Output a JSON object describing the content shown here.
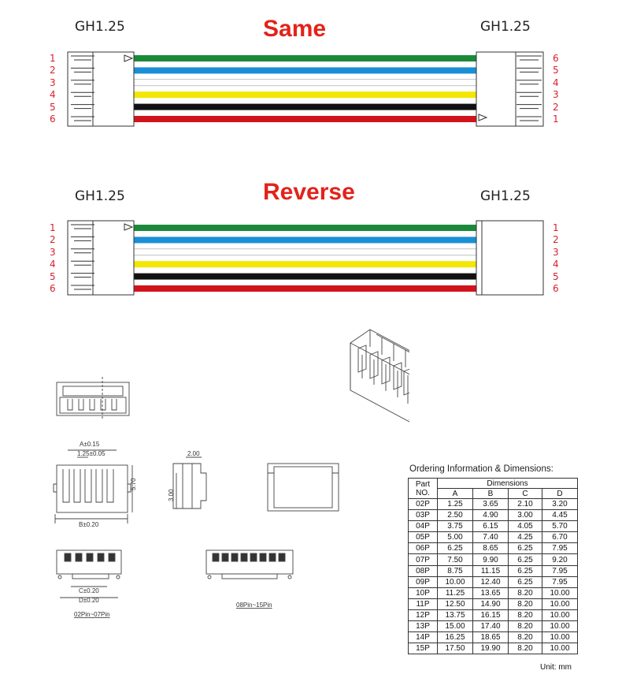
{
  "top": {
    "title": "Same",
    "left_label": "GH1.25",
    "right_label": "GH1.25",
    "left_pins": [
      "1",
      "2",
      "3",
      "4",
      "5",
      "6"
    ],
    "right_pins": [
      "6",
      "5",
      "4",
      "3",
      "2",
      "1"
    ]
  },
  "bottom": {
    "title": "Reverse",
    "left_label": "GH1.25",
    "right_label": "GH1.25",
    "left_pins": [
      "1",
      "2",
      "3",
      "4",
      "5",
      "6"
    ],
    "right_pins": [
      "1",
      "2",
      "3",
      "4",
      "5",
      "6"
    ]
  },
  "wire_colors": [
    "#1a8a3a",
    "#1a8fd6",
    "#ffffff",
    "#f3e600",
    "#111111",
    "#d1141c"
  ],
  "pin_color": "#d91e2e",
  "title_color": "#e2231a",
  "drawing_labels": {
    "a": "A±0.15",
    "pitch": "1.25±0.05",
    "b": "B±0.20",
    "h1": "5.70",
    "w1": "2.00",
    "h2": "3.00",
    "c": "C±0.20",
    "d": "D±0.20",
    "range1": "02Pin~07Pin",
    "range2": "08Pin~15Pin"
  },
  "ordering": {
    "title": "Ordering Information & Dimensions:",
    "part_label_1": "Part",
    "part_label_2": "NO.",
    "dims_label": "Dimensions",
    "cols": [
      "A",
      "B",
      "C",
      "D"
    ],
    "rows": [
      [
        "02P",
        "1.25",
        "3.65",
        "2.10",
        "3.20"
      ],
      [
        "03P",
        "2.50",
        "4.90",
        "3.00",
        "4.45"
      ],
      [
        "04P",
        "3.75",
        "6.15",
        "4.05",
        "5.70"
      ],
      [
        "05P",
        "5.00",
        "7.40",
        "4.25",
        "6.70"
      ],
      [
        "06P",
        "6.25",
        "8.65",
        "6.25",
        "7.95"
      ],
      [
        "07P",
        "7.50",
        "9.90",
        "6.25",
        "9.20"
      ],
      [
        "08P",
        "8.75",
        "11.15",
        "6.25",
        "7.95"
      ],
      [
        "09P",
        "10.00",
        "12.40",
        "6.25",
        "7.95"
      ],
      [
        "10P",
        "11.25",
        "13.65",
        "8.20",
        "10.00"
      ],
      [
        "11P",
        "12.50",
        "14.90",
        "8.20",
        "10.00"
      ],
      [
        "12P",
        "13.75",
        "16.15",
        "8.20",
        "10.00"
      ],
      [
        "13P",
        "15.00",
        "17.40",
        "8.20",
        "10.00"
      ],
      [
        "14P",
        "16.25",
        "18.65",
        "8.20",
        "10.00"
      ],
      [
        "15P",
        "17.50",
        "19.90",
        "8.20",
        "10.00"
      ]
    ],
    "unit": "Unit: mm"
  }
}
